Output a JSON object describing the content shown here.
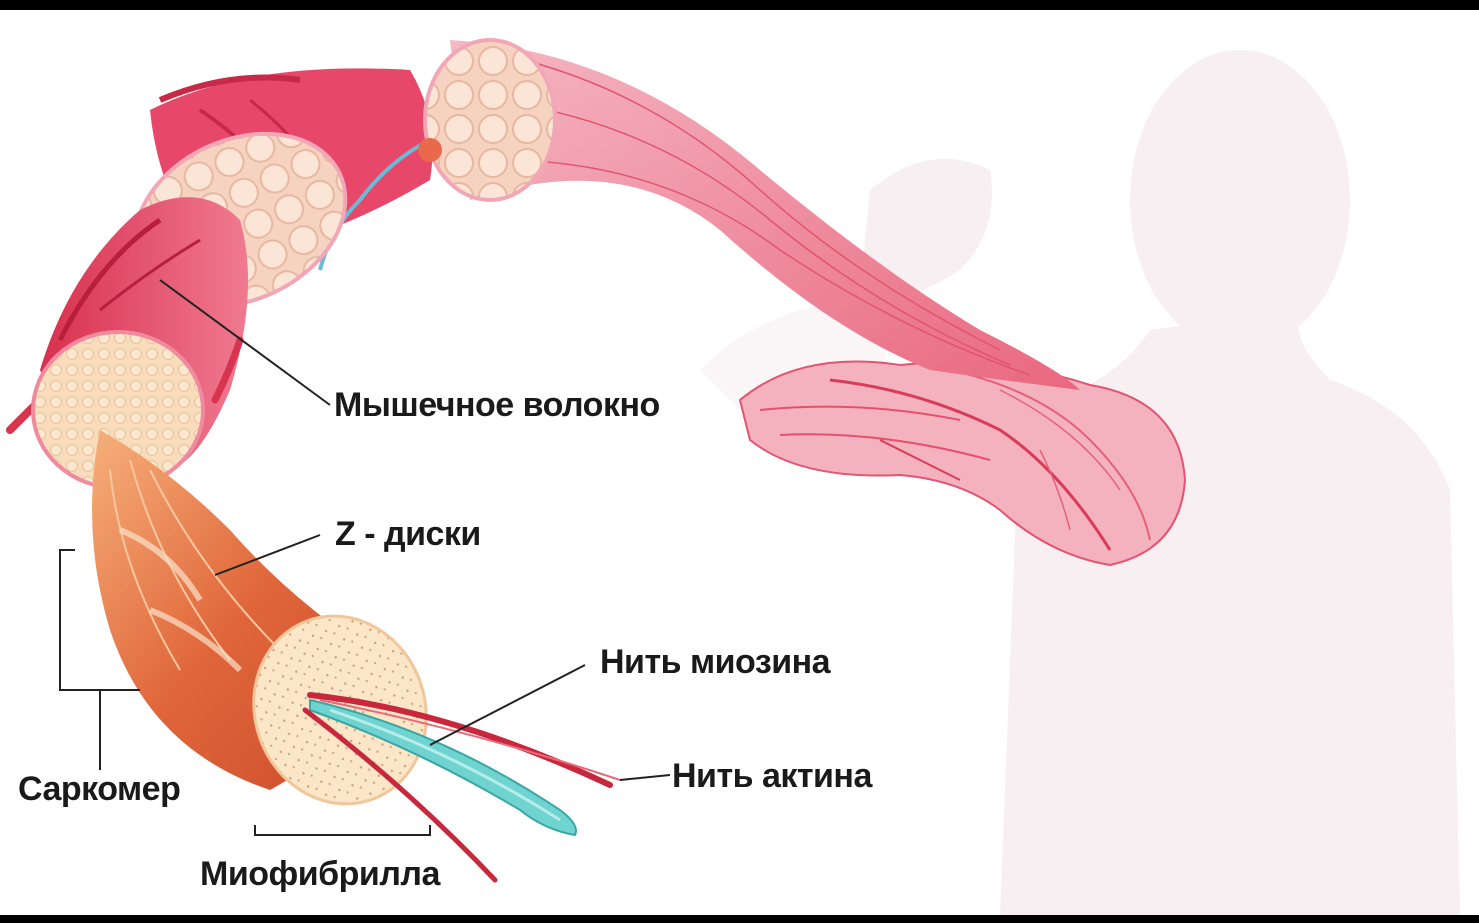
{
  "labels": {
    "muscle_fiber": "Мышечное волокно",
    "z_discs": "Z - диски",
    "myosin": "Нить миозина",
    "actin": "Нить актина",
    "sarcomere": "Саркомер",
    "myofibril": "Миофибрилла"
  },
  "colors": {
    "background": "#ffffff",
    "frame": "#000000",
    "muscle_red": "#e23a55",
    "muscle_pink": "#f5b8c4",
    "fascicle_cream": "#f8dcbc",
    "myofibril_orange": "#e06b3a",
    "myosin_teal": "#6fd3cf",
    "actin_red": "#c8283c",
    "label_text": "#1a1a1a"
  }
}
